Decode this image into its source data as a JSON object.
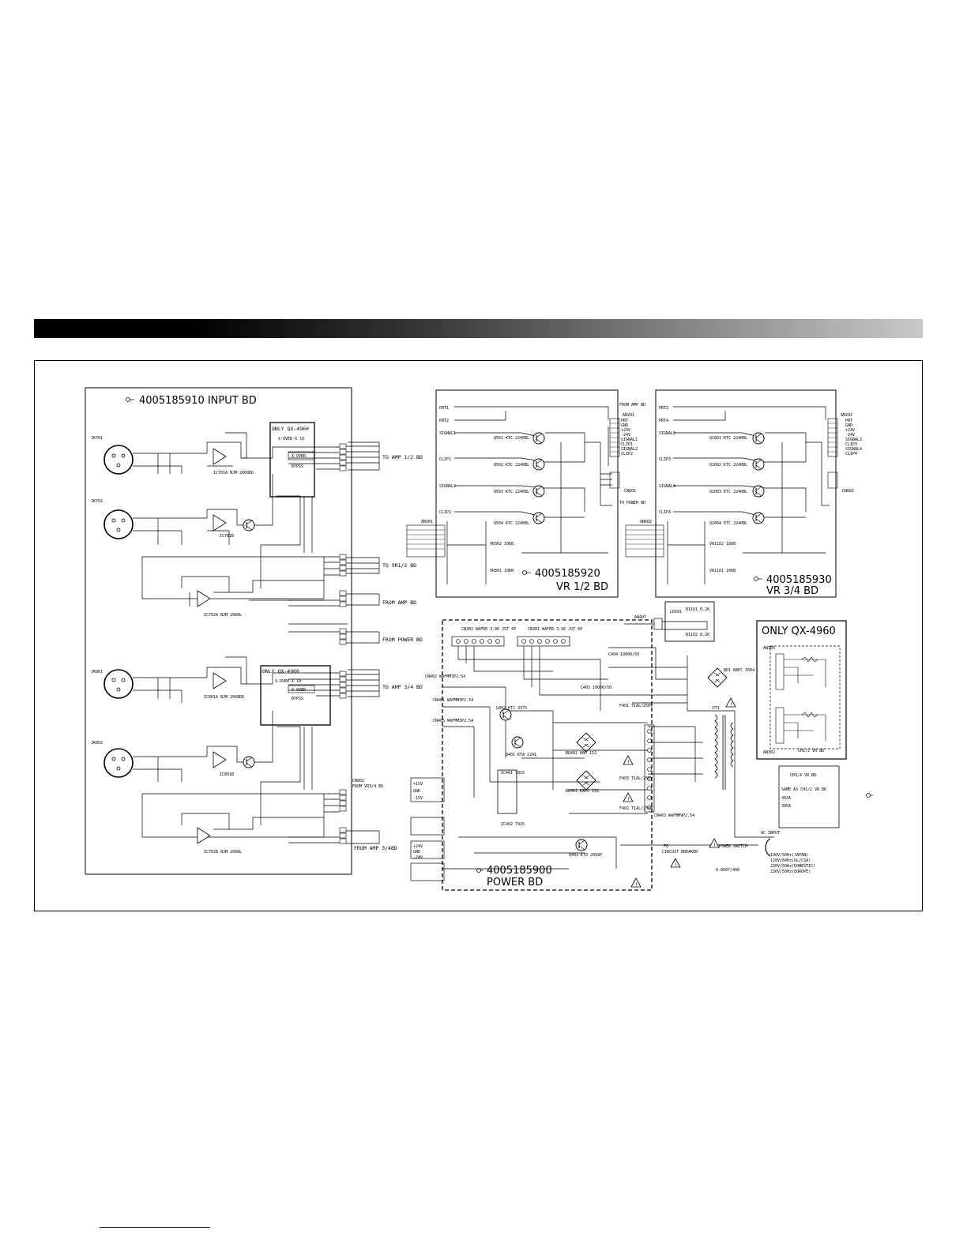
{
  "header_bar": {
    "colors": [
      "#000000",
      "#c8c8c8"
    ]
  },
  "boards": {
    "input": {
      "title": "4005185910  INPUT BD",
      "only_label": "ONLY QX-4960",
      "xover": "X-OVER X 10",
      "xover2": "X-OVER",
      "bypass": "BYPSS",
      "outputs": [
        "TO AMP 1/2 BD",
        "TO VR1/2 BD",
        "FROM AMP BD",
        "FROM POWER BD",
        "TO AMP 3/4 BD",
        "CN802",
        "FROM VR3/4 BD",
        "FROM AMP 3/4BD"
      ],
      "jacks": [
        "JK701",
        "JK702",
        "JK801",
        "JK802"
      ],
      "ics": [
        "IC701A NJM 2068DD",
        "IC701B",
        "IC702A NJM 2068L",
        "IC801A NJM 2068DD",
        "IC801B",
        "IC702B NJM 2068L"
      ]
    },
    "vr12": {
      "title_num": "4005185920",
      "title": "VR 1/2 BD",
      "from_amp": "FROM AMP BD",
      "to_power": "TO POWER BD",
      "pins_left": [
        "PRT1",
        "PRT2",
        "SIGNAL1",
        "CLIP1",
        "SIGNAL2",
        "CLIP2"
      ],
      "pins_right": [
        "PRT",
        "GND",
        "+24V",
        "-24V",
        "SIGNAL1",
        "CLIP1",
        "SIGNAL2",
        "CLIP2"
      ],
      "connectors": [
        "AN201",
        "CN601",
        "AN301",
        "VR301 10KB",
        "VR302 10KB"
      ],
      "transistors": [
        "Q501 KTC 2240BL",
        "Q502 KTC 2240BL",
        "Q503 KTC 2240BL",
        "Q504 KTC 2240BL"
      ]
    },
    "vr34": {
      "title_num": "4005185930",
      "title": "VR 3/4 BD",
      "pins_left": [
        "PRT3",
        "PRT4",
        "SIGNAL3",
        "CLIP3",
        "SIGNAL4",
        "CLIP4"
      ],
      "pins_right": [
        "PRT",
        "GND",
        "+24V",
        "-24V",
        "SIGNAL3",
        "CLIP3",
        "SIGNAL4",
        "CLIP4"
      ],
      "connectors": [
        "AN202",
        "CN602",
        "AN602",
        "VR1101 10KB",
        "VR1102 10KB"
      ],
      "transistors": [
        "Q1001 KTC 2240BL",
        "Q1002 KTC 2240BL",
        "Q1003 KTC 2240BL",
        "Q1004 KTC 2240BL"
      ]
    },
    "power": {
      "title_num": "4005185900",
      "title": "POWER BD",
      "connectors": [
        "CN302 WAFER 3.96 JST 6P",
        "CN301 WAFER 3.96 JST 6P",
        "CN402 WAFMM3P2.54",
        "CN401 WAFMM3P2.54",
        "CN405 WAFMM3P2.54",
        "CN403 WAFMM9P2.54"
      ],
      "rails": [
        "+15V",
        "GND",
        "-15V",
        "+24V",
        "GND",
        "-24V"
      ],
      "parts": [
        "C404 10000/50",
        "C403 10000/50",
        "BD402 KBP 152",
        "BD401 KBPC 152",
        "F401 T1AL/250V",
        "F402 T1AL/250V",
        "F403 T1AL/250V",
        "Q402 KTC 3375",
        "Q401 KTA 2241",
        "Q403 KTD 2058Y",
        "IC401 7815",
        "IC402 7915"
      ],
      "circuit_breaker": "CIRCUIT BREAKER",
      "fb": "F8",
      "power_switch": "POWER SWITCH",
      "sw_cap": "0.0047/400",
      "bd": "BD1 KBPC 3504",
      "pt": "PT1",
      "ac_input": "AC INPUT",
      "voltages": [
        "100V/50Hz(JAPAN)",
        "120V/60Hz(UL/CSA)",
        "220V/50Hz(DOMESTIC)",
        "230V/50Hz(EUROPE)"
      ]
    },
    "only4960": {
      "title": "ONLY QX-4960",
      "connectors": [
        "AN305",
        "AN302"
      ],
      "label": "CH1/2 VR BD",
      "note_title": "CH3/4 VR BD",
      "note": "SAME AS CH1/2 VR BD",
      "parts": [
        "302A",
        "305A"
      ]
    },
    "led_bd": {
      "connector": "AN407",
      "parts": [
        "LD101",
        "R1101 8.2K",
        "R1102 8.2K"
      ]
    }
  }
}
